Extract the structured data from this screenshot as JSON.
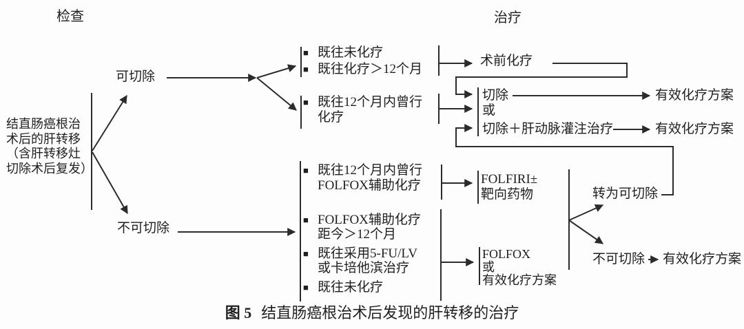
{
  "bullet_icon": "■",
  "headers": {
    "exam": "检查",
    "treatment": "治疗"
  },
  "root": {
    "lines": [
      "结直肠癌根治",
      "术后的肝转移",
      "（含肝转移灶",
      "切除术后复发）"
    ]
  },
  "branches": {
    "resectable": "可切除",
    "unresectable": "不可切除"
  },
  "criteria": {
    "groupA": {
      "items": [
        {
          "lines": [
            "既往未化疗"
          ]
        },
        {
          "lines": [
            "既往化疗＞12个月"
          ]
        }
      ]
    },
    "groupB": {
      "items": [
        {
          "lines": [
            "既往12个月内曾行",
            "化疗"
          ]
        }
      ]
    },
    "groupC": {
      "items": [
        {
          "lines": [
            "既往12个月内曾行",
            "FOLFOX辅助化疗"
          ]
        }
      ]
    },
    "groupD": {
      "items": [
        {
          "lines": [
            "FOLFOX辅助化疗",
            "距今＞12个月"
          ]
        },
        {
          "lines": [
            "既往采用5-FU/LV",
            "或卡培他滨治疗"
          ]
        },
        {
          "lines": [
            "既往未化疗"
          ]
        }
      ]
    }
  },
  "treatments": {
    "preop_chemo": "术前化疗",
    "resection": "切除",
    "or_resection": "或",
    "resection_haic": "切除＋肝动脉灌注治疗",
    "effective_chemo_top": "有效化疗方案",
    "effective_chemo_mid": "有效化疗方案",
    "folfiri": {
      "lines": [
        "FOLFIRI±",
        "靶向药物"
      ]
    },
    "folfox": {
      "lines": [
        "FOLFOX",
        "或",
        "有效化疗方案"
      ]
    },
    "converted_resectable": "转为可切除",
    "still_unresectable": "不可切除",
    "effective_chemo_bottom": "有效化疗方案"
  },
  "caption": {
    "prefix": "图 5",
    "title": "结直肠癌根治术后发现的肝转移的治疗"
  },
  "colors": {
    "ink": "#1f1f1f",
    "line": "#2b2b2b",
    "background": "#fdfdfd"
  }
}
